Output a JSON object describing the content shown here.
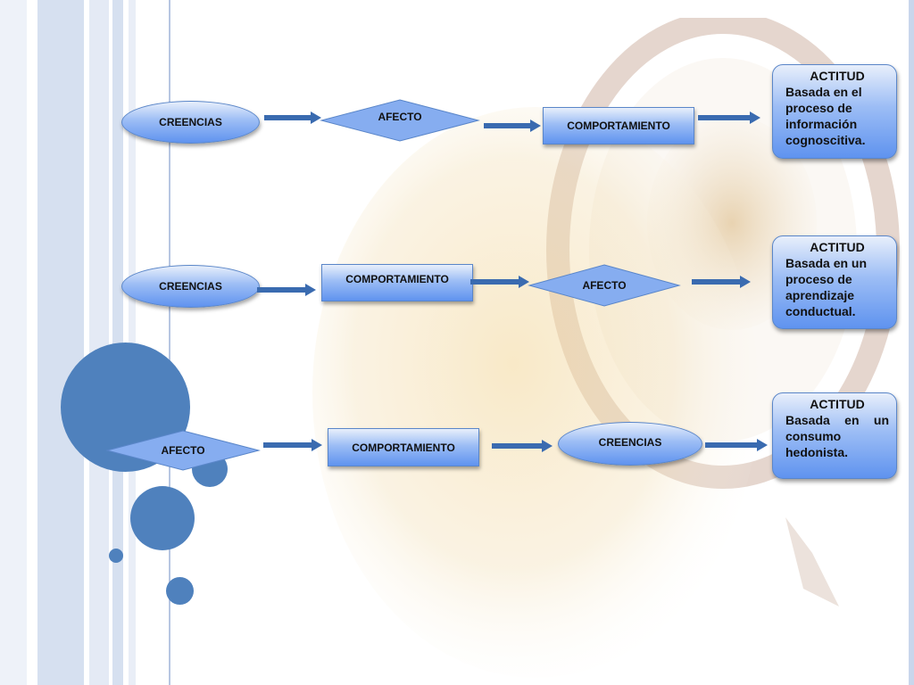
{
  "colors": {
    "node_blue": "#7fa6ee",
    "node_border": "#5a86c9",
    "arrow_blue": "#3a6bb0",
    "deco_circle": "#4f81bd",
    "stripe_light": "#dbe4f3"
  },
  "rows": [
    {
      "nodes": [
        {
          "shape": "ellipse",
          "label": "CREENCIAS"
        },
        {
          "shape": "diamond",
          "label": "AFECTO"
        },
        {
          "shape": "rect",
          "label": "COMPORTAMIENTO"
        }
      ],
      "outcome": {
        "title": "ACTITUD",
        "text": "Basada en el proceso de información cognoscitiva."
      }
    },
    {
      "nodes": [
        {
          "shape": "ellipse",
          "label": "CREENCIAS"
        },
        {
          "shape": "rect",
          "label": "COMPORTAMIENTO"
        },
        {
          "shape": "diamond",
          "label": "AFECTO"
        }
      ],
      "outcome": {
        "title": "ACTITUD",
        "text": "Basada en un proceso de aprendizaje conductual."
      }
    },
    {
      "nodes": [
        {
          "shape": "diamond",
          "label": "AFECTO"
        },
        {
          "shape": "rect",
          "label": "COMPORTAMIENTO"
        },
        {
          "shape": "ellipse",
          "label": "CREENCIAS"
        }
      ],
      "outcome": {
        "title": "ACTITUD",
        "text": "Basada en un consumo hedonista."
      }
    }
  ]
}
